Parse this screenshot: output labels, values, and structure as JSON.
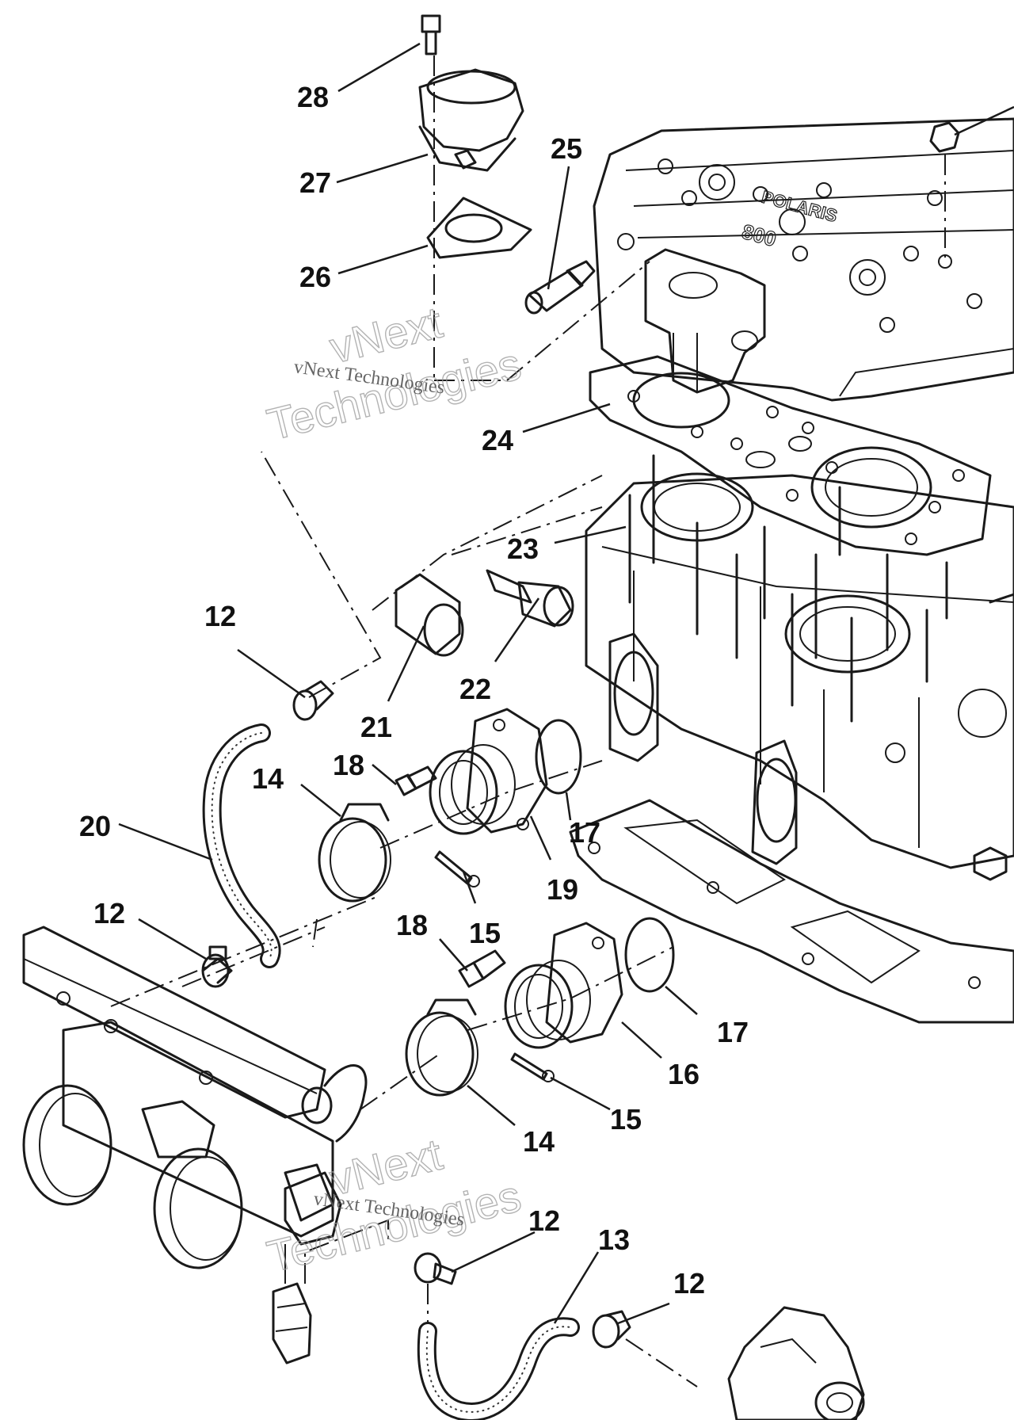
{
  "watermark": {
    "brand_line1": "vNext",
    "brand_line2": "Technologies",
    "small": "vNext Technologies"
  },
  "callouts": {
    "c28": "28",
    "c27": "27",
    "c26": "26",
    "c25": "25",
    "c24": "24",
    "c23": "23",
    "c22": "22",
    "c21": "21",
    "c20": "20",
    "c19": "19",
    "c18a": "18",
    "c18b": "18",
    "c17a": "17",
    "c17b": "17",
    "c16": "16",
    "c15a": "15",
    "c15b": "15",
    "c14a": "14",
    "c14b": "14",
    "c13": "13",
    "c12a": "12",
    "c12b": "12",
    "c12c": "12",
    "c12d": "12"
  }
}
